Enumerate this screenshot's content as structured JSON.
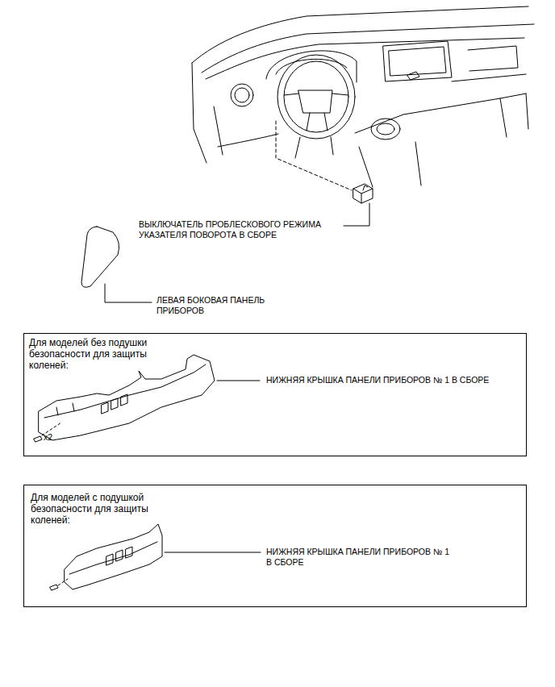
{
  "diagram": {
    "nodes": [
      {
        "text": [
          "Для моделей без подушки безопасности для защиты коленей:"
        ]
      },
      {
        "text": [
          "Для моделей с подушкой безопасности для защиты коленей:"
        ]
      }
    ],
    "labels": [
      "ВЫКЛЮЧАТЕЛЬ ПРОБЛЕСКОВОГО РЕЖИМА УКАЗАТЕЛЯ ПОВОРОТА В СБОРЕ",
      "ЛЕВАЯ БОКОВАЯ ПАНЕЛЬ ПРИБОРОВ",
      "НИЖНЯЯ КРЫШКА ПАНЕЛИ ПРИБОРОВ № 1 В СБОРЕ",
      "x2",
      "НИЖНЯЯ КРЫШКА ПАНЕЛИ ПРИБОРОВ № 1 В СБОРЕ"
    ]
  }
}
